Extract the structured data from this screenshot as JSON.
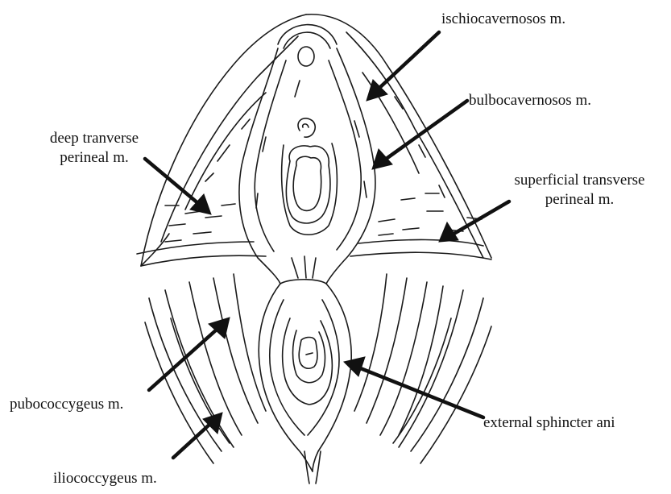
{
  "labels": {
    "ischiocavernosos": "ischiocavernosos m.",
    "bulbocavernosos": "bulbocavernosos m.",
    "deep_transverse_line1": "deep tranverse",
    "deep_transverse_line2": "perineal m.",
    "superficial_transverse_line1": "superficial transverse",
    "superficial_transverse_line2": "perineal m.",
    "pubococcygeus": "pubococcygeus m.",
    "external_sphincter": "external sphincter ani",
    "iliococcygeus": "iliococcygeus m."
  },
  "colors": {
    "ink": "#1a1a1a",
    "background": "#ffffff"
  }
}
